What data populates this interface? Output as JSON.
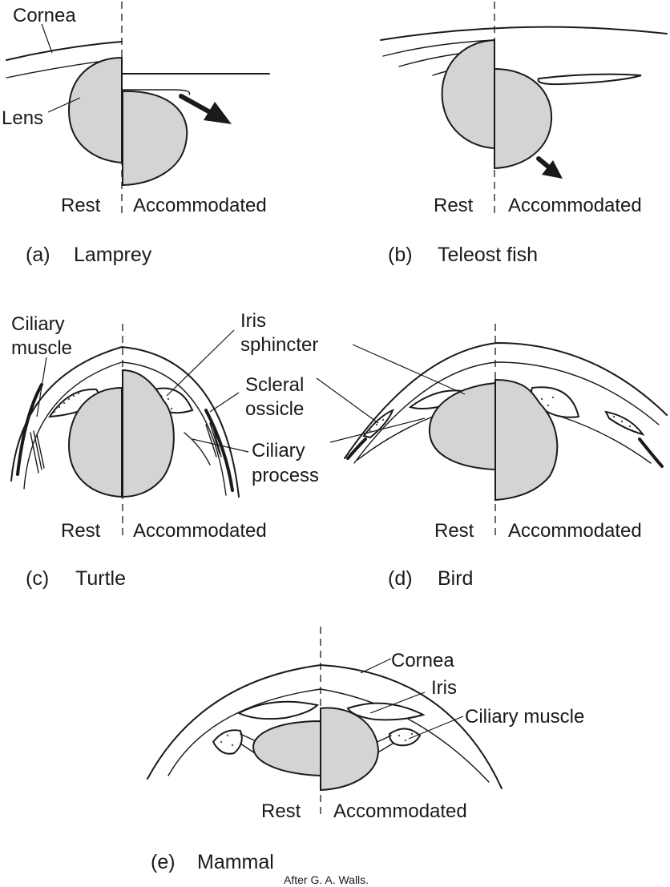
{
  "panels": {
    "a": {
      "caption_letter": "(a)",
      "caption_name": "Lamprey",
      "rest": "Rest",
      "accommodated": "Accommodated",
      "labels": {
        "cornea": "Cornea",
        "lens": "Lens"
      }
    },
    "b": {
      "caption_letter": "(b)",
      "caption_name": "Teleost fish",
      "rest": "Rest",
      "accommodated": "Accommodated"
    },
    "c": {
      "caption_letter": "(c)",
      "caption_name": "Turtle",
      "rest": "Rest",
      "accommodated": "Accommodated",
      "labels": {
        "ciliary_muscle_1": "Ciliary",
        "ciliary_muscle_2": "muscle",
        "iris_sphincter_1": "Iris",
        "iris_sphincter_2": "sphincter",
        "scleral_ossicle_1": "Scleral",
        "scleral_ossicle_2": "ossicle",
        "ciliary_process_1": "Ciliary",
        "ciliary_process_2": "process"
      }
    },
    "d": {
      "caption_letter": "(d)",
      "caption_name": "Bird",
      "rest": "Rest",
      "accommodated": "Accommodated"
    },
    "e": {
      "caption_letter": "(e)",
      "caption_name": "Mammal",
      "rest": "Rest",
      "accommodated": "Accommodated",
      "labels": {
        "cornea": "Cornea",
        "iris": "Iris",
        "ciliary_muscle": "Ciliary muscle"
      }
    }
  },
  "credit": "After G. A. Walls.",
  "colors": {
    "lens_fill": "#d4d4d6",
    "ink": "#1a1a1a"
  }
}
